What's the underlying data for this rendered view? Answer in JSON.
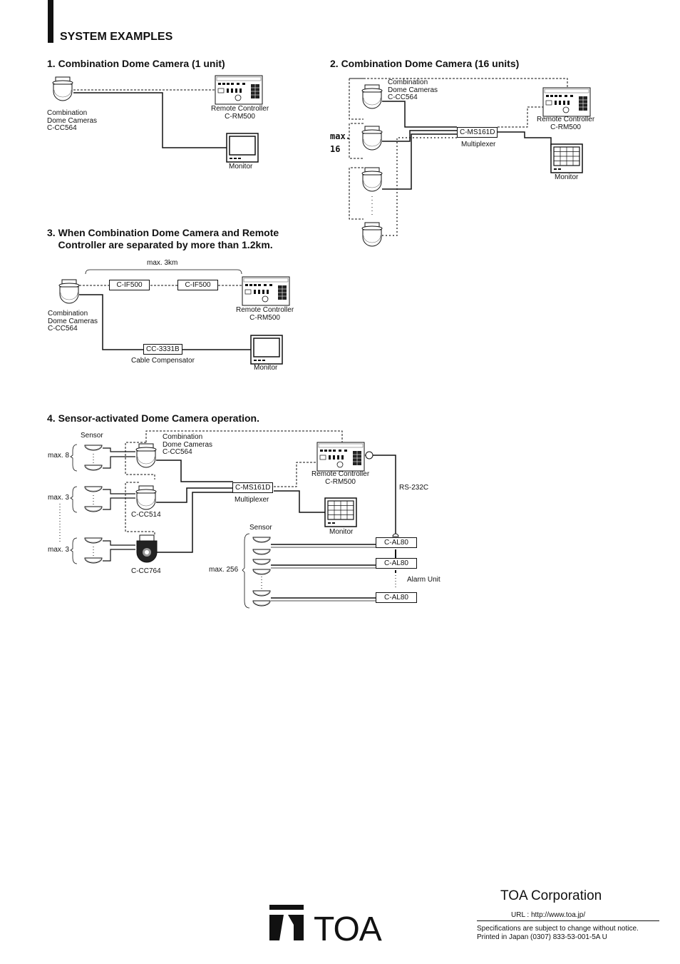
{
  "heading": "SYSTEM EXAMPLES",
  "sections": {
    "s1": {
      "title": "1. Combination Dome Camera (1 unit)",
      "camera_label": "Combination\nDome Cameras\nC-CC564",
      "controller_label": "Remote Controller\nC-RM500",
      "monitor_label": "Monitor"
    },
    "s2": {
      "title": "2. Combination Dome Camera (16 units)",
      "camera_label": "Combination\nDome Cameras\nC-CC564",
      "max_label": "max.\n16",
      "mux_box": "C-MS161D",
      "mux_label": "Multiplexer",
      "controller_label": "Remote Controller\nC-RM500",
      "monitor_label": "Monitor"
    },
    "s3": {
      "title": "3. When Combination Dome Camera and Remote\n    Controller are separated by more than 1.2km.",
      "distance_label": "max. 3km",
      "if_box_1": "C-IF500",
      "if_box_2": "C-IF500",
      "camera_label": "Combination\nDome Cameras\nC-CC564",
      "controller_label": "Remote Controller\nC-RM500",
      "compensator_box": "CC-3331B",
      "compensator_label": "Cable Compensator",
      "monitor_label": "Monitor"
    },
    "s4": {
      "title": "4. Sensor-activated Dome Camera operation.",
      "sensor_label": "Sensor",
      "max8": "max. 8",
      "max3a": "max. 3",
      "max3b": "max. 3",
      "camera_label": "Combination\nDome Cameras\nC-CC564",
      "cam2_label": "C-CC514",
      "cam3_label": "C-CC764",
      "mux_box": "C-MS161D",
      "mux_label": "Multiplexer",
      "controller_label": "Remote Controller\nC-RM500",
      "monitor_label": "Monitor",
      "rs232": "RS-232C",
      "sensor2_label": "Sensor",
      "max256": "max. 256",
      "alarm_boxes": [
        "C-AL80",
        "C-AL80",
        "C-AL80"
      ],
      "alarm_label": "Alarm Unit"
    }
  },
  "footer": {
    "company": "TOA Corporation",
    "url": "URL : http://www.toa.jp/",
    "notes": "Specifications are subject to change without notice.\nPrinted in Japan (0307)  833-53-001-5A U",
    "logo_text": "TOA"
  }
}
